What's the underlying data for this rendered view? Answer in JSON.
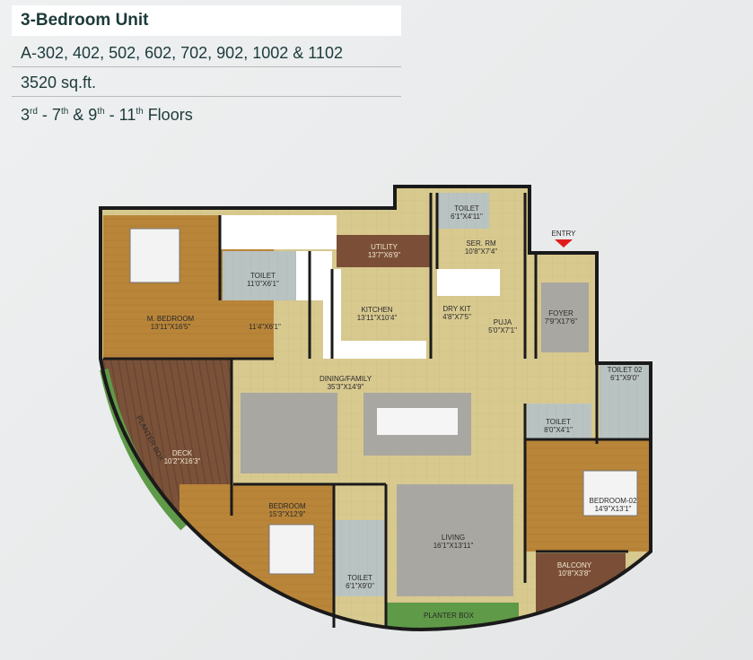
{
  "header": {
    "title": "3-Bedroom Unit",
    "units": "A-302, 402, 502, 602, 702, 902, 1002 & 1102",
    "area": "3520 sq.ft.",
    "floors": {
      "a": "3",
      "a_sup": "rd",
      "b": " - 7",
      "b_sup": "th",
      "c": " & 9",
      "c_sup": "th",
      "d": " - 11",
      "d_sup": "th",
      "e": " Floors"
    }
  },
  "plan": {
    "entry": "ENTRY",
    "rooms": [
      {
        "name": "M. BEDROOM",
        "dim": "13'11\"X16'5\""
      },
      {
        "name": "",
        "dim": "11'4\"X6'1\""
      },
      {
        "name": "TOILET",
        "dim": "11'0\"X6'1\""
      },
      {
        "name": "UTILITY",
        "dim": "13'7\"X6'9\""
      },
      {
        "name": "KITCHEN",
        "dim": "13'11\"X10'4\""
      },
      {
        "name": "TOILET",
        "dim": "6'1\"X4'11\""
      },
      {
        "name": "SER. RM",
        "dim": "10'8\"X7'4\""
      },
      {
        "name": "DRY KIT",
        "dim": "4'8\"X7'5\""
      },
      {
        "name": "PUJA",
        "dim": "5'0\"X7'1\""
      },
      {
        "name": "FOYER",
        "dim": "7'9\"X17'6\""
      },
      {
        "name": "TOILET 02",
        "dim": "6'1\"X9'0\""
      },
      {
        "name": "TOILET",
        "dim": "8'0\"X4'1\""
      },
      {
        "name": "DINING/FAMILY",
        "dim": "35'3\"X14'9\""
      },
      {
        "name": "DECK",
        "dim": "10'2\"X16'3\""
      },
      {
        "name": "BEDROOM-02",
        "dim": "14'9\"X13'1\""
      },
      {
        "name": "BEDROOM",
        "dim": "15'3\"X12'9\""
      },
      {
        "name": "LIVING",
        "dim": "16'1\"X13'11\""
      },
      {
        "name": "TOILET",
        "dim": "6'1\"X9'0\""
      },
      {
        "name": "BALCONY",
        "dim": "10'8\"X3'8\""
      }
    ],
    "planter_left": "PLANTER BOX",
    "planter_bottom": "PLANTER BOX"
  }
}
